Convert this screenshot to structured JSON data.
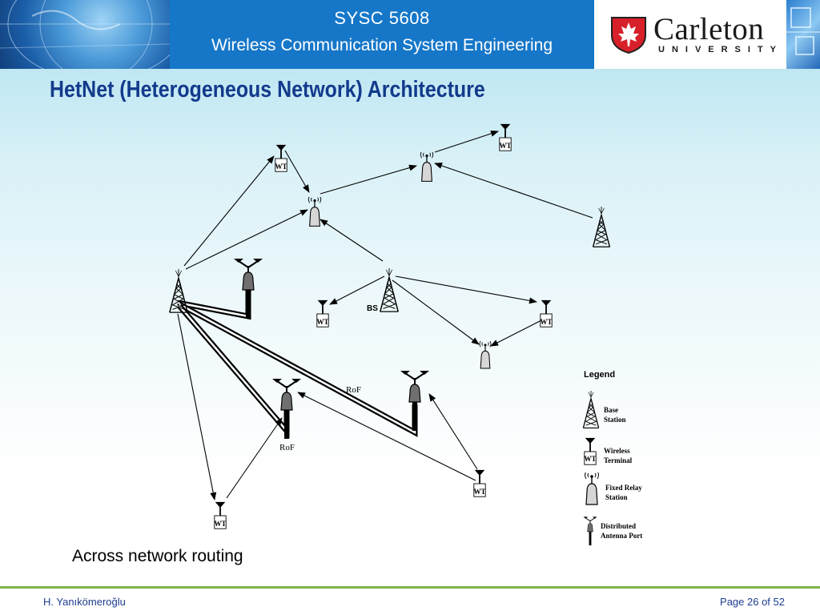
{
  "header": {
    "course_code": "SYSC 5608",
    "course_name": "Wireless Communication System Engineering",
    "logo_name": "Carleton",
    "logo_sub": "UNIVERSITY"
  },
  "slide": {
    "title": "HetNet (Heterogeneous Network) Architecture",
    "caption": "Across network routing"
  },
  "diagram": {
    "bs_label": "BS",
    "wt_label": "WT",
    "rof_labels": [
      "RoF",
      "RoF"
    ],
    "legend": {
      "title": "Legend",
      "items": [
        {
          "line1": "Base",
          "line2": "Station"
        },
        {
          "line1": "Wireless",
          "line2": "Terminal"
        },
        {
          "line1": "Fixed Relay",
          "line2": "Station"
        },
        {
          "line1": "Distributed",
          "line2": "Antenna Port"
        }
      ]
    }
  },
  "footer": {
    "author": "H. Yanıkömeroğlu",
    "page": "Page 26 of 52"
  },
  "colors": {
    "header_blue": "#1677c9",
    "title_blue": "#123a8c",
    "footer_green": "#7fb24c"
  }
}
